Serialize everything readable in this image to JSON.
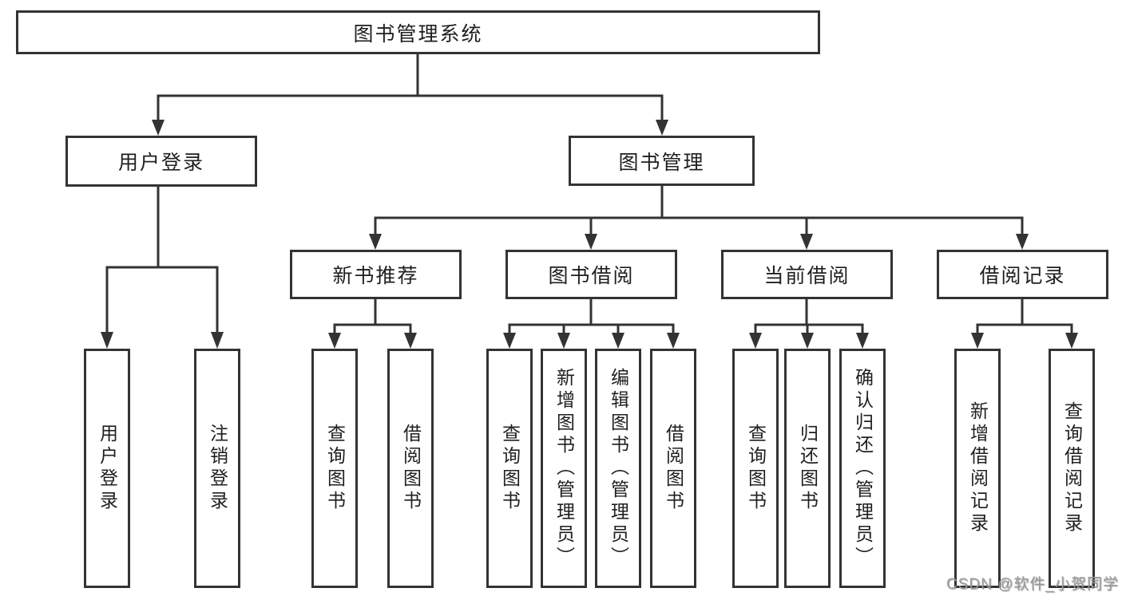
{
  "diagram": {
    "root": {
      "label": "图书管理系统"
    },
    "branches": [
      {
        "label": "用户登录",
        "children": [
          {
            "label": "用户登录"
          },
          {
            "label": "注销登录"
          }
        ]
      },
      {
        "label": "图书管理",
        "children": [
          {
            "label": "新书推荐",
            "children": [
              {
                "label": "查询图书"
              },
              {
                "label": "借阅图书"
              }
            ]
          },
          {
            "label": "图书借阅",
            "children": [
              {
                "label": "查询图书"
              },
              {
                "label": "新增图书（管理员）"
              },
              {
                "label": "编辑图书（管理员）"
              },
              {
                "label": "借阅图书"
              }
            ]
          },
          {
            "label": "当前借阅",
            "children": [
              {
                "label": "查询图书"
              },
              {
                "label": "归还图书"
              },
              {
                "label": "确认归还（管理员）"
              }
            ]
          },
          {
            "label": "借阅记录",
            "children": [
              {
                "label": "新增借阅记录"
              },
              {
                "label": "查询借阅记录"
              }
            ]
          }
        ]
      }
    ]
  },
  "watermark": {
    "text": "CSDN @软件_小贺同学"
  },
  "colors": {
    "line": "#333333",
    "text": "#1f1f1f",
    "background": "#ffffff",
    "watermark": "#9b9b9b"
  }
}
